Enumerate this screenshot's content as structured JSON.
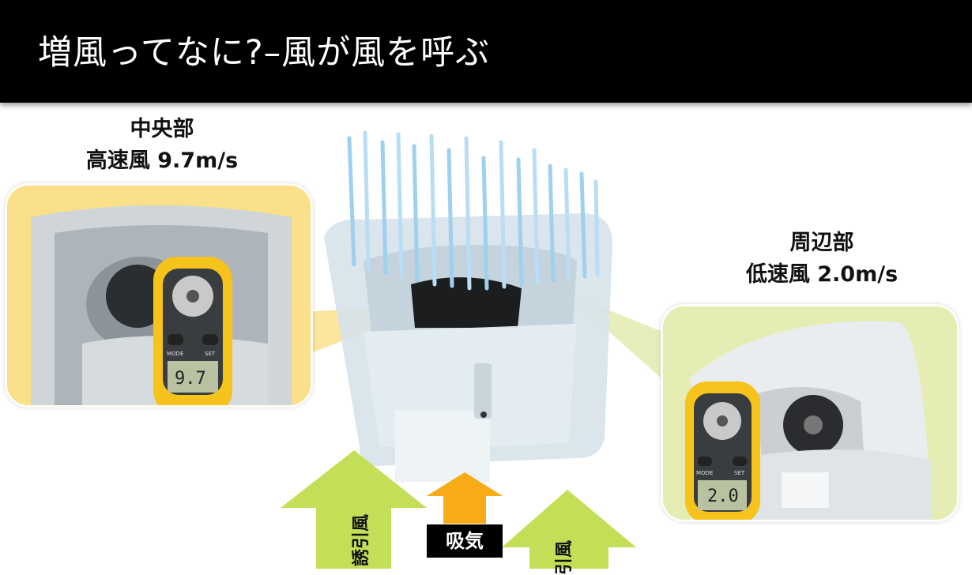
{
  "title": "増風ってなに?–風が風を呼ぶ",
  "center": {
    "label": "中央部",
    "speed": "高速風 9.7m/s",
    "meter_reading": "9.7"
  },
  "edge": {
    "label": "周辺部",
    "speed": "低速風 2.0m/s",
    "meter_reading": "2.0"
  },
  "flows": {
    "induced_left": "誘引風",
    "intake": "吸気",
    "induced_right": "引風"
  },
  "meter": {
    "mode_label": "MODE",
    "set_label": "SET"
  },
  "colors": {
    "title_bg": "#000000",
    "callout_center": "#fbe08b",
    "callout_edge": "#e5ecb4",
    "arrow_green": "#c3df58",
    "arrow_orange": "#f7ab16",
    "meter_yellow": "#f6c21c"
  }
}
